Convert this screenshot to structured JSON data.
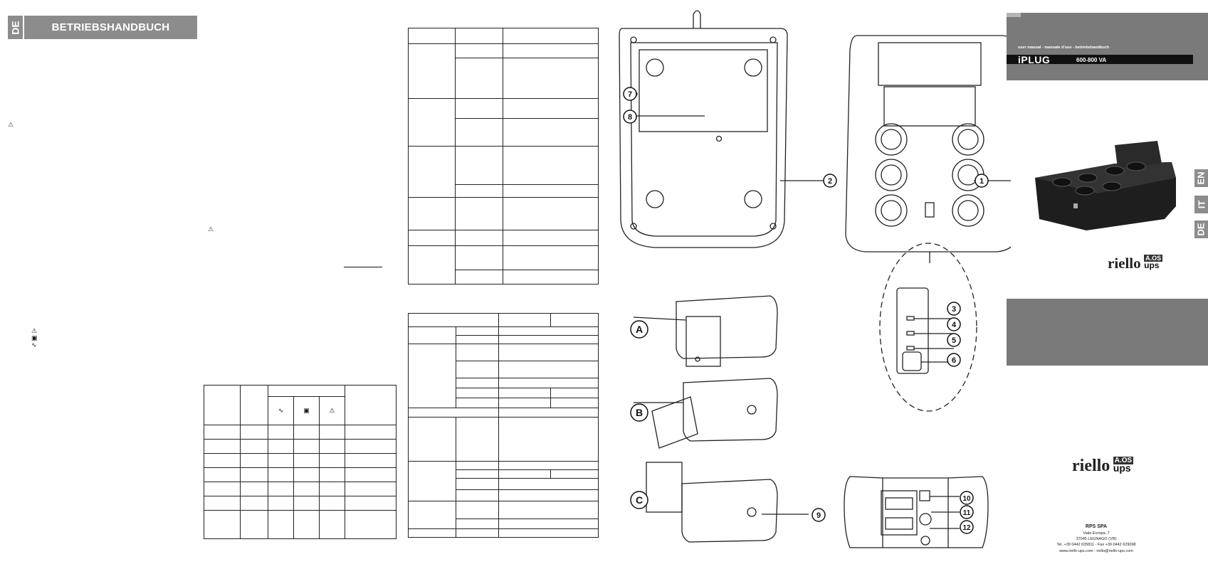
{
  "page1": {
    "lang_badge": "DE",
    "title": "BETRIEBSHANDBUCH"
  },
  "led_table": {
    "icons": [
      "∿",
      "▣",
      "⚠"
    ]
  },
  "callouts": [
    "1",
    "2",
    "3",
    "4",
    "5",
    "6",
    "7",
    "8",
    "9",
    "10",
    "11",
    "12"
  ],
  "steps": [
    "A",
    "B",
    "C"
  ],
  "cover": {
    "subtitle": "user manual - manuale d'uso - betriebshandbuch",
    "product": "iPLUG",
    "model_range": "600-800 VA",
    "languages": [
      "EN",
      "IT",
      "DE"
    ],
    "logo_word": "riello",
    "logo_tag_top": "A.OS",
    "logo_tag_bottom": "ups",
    "company": "RPS SPA",
    "address_1": "Viale Europa, 7",
    "address_2": "37045 LEGNAGO (VR)",
    "phone": "Tel. +39 0442 635811 - Fax +39 0442 629098",
    "web": "www.riello-ups.com - riello@riello-ups.com"
  },
  "colors": {
    "header_gray": "#8c8c8c",
    "cover_gray": "#7a7a7a",
    "black_band": "#111111"
  }
}
